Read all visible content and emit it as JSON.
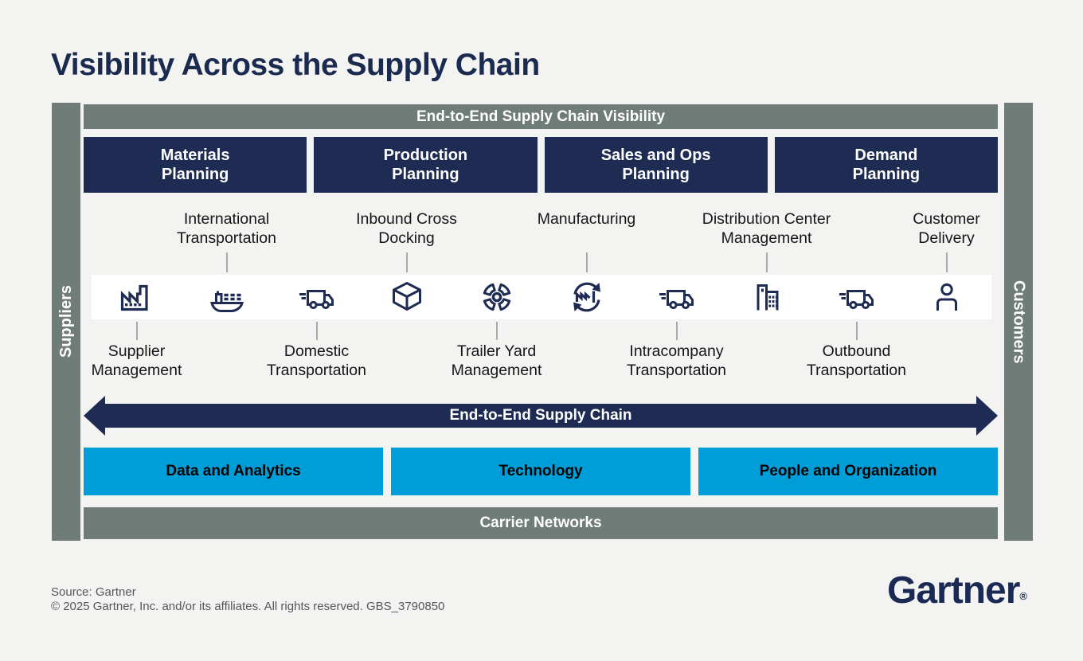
{
  "title": "Visibility Across the Supply Chain",
  "top_bar": {
    "label": "End-to-End Supply Chain Visibility"
  },
  "sidebars": {
    "left": "Suppliers",
    "right": "Customers"
  },
  "planning_boxes": [
    {
      "label": "Materials\nPlanning"
    },
    {
      "label": "Production\nPlanning"
    },
    {
      "label": "Sales and Ops\nPlanning"
    },
    {
      "label": "Demand\nPlanning"
    }
  ],
  "chain": {
    "arrow_label": "End-to-End Supply Chain",
    "stages": [
      {
        "icon": "factory-icon",
        "label": "Supplier\nManagement",
        "label_position": "below"
      },
      {
        "icon": "cargo-ship-icon",
        "label": "International\nTransportation",
        "label_position": "above"
      },
      {
        "icon": "truck-icon",
        "label": "Domestic\nTransportation",
        "label_position": "below"
      },
      {
        "icon": "package-icon",
        "label": "Inbound Cross\nDocking",
        "label_position": "above"
      },
      {
        "icon": "fan-icon",
        "label": "Trailer Yard\nManagement",
        "label_position": "below"
      },
      {
        "icon": "manufacturing-cycle-icon",
        "label": "Manufacturing",
        "label_position": "above"
      },
      {
        "icon": "truck-icon",
        "label": "Intracompany\nTransportation",
        "label_position": "below"
      },
      {
        "icon": "building-icon",
        "label": "Distribution Center\nManagement",
        "label_position": "above"
      },
      {
        "icon": "truck-icon",
        "label": "Outbound\nTransportation",
        "label_position": "below"
      },
      {
        "icon": "person-icon",
        "label": "Customer\nDelivery",
        "label_position": "above"
      }
    ]
  },
  "foundation_boxes": [
    {
      "label": "Data and Analytics"
    },
    {
      "label": "Technology"
    },
    {
      "label": "People and Organization"
    }
  ],
  "carrier_bar": {
    "label": "Carrier Networks"
  },
  "footer": {
    "source": "Source: Gartner",
    "copyright": "© 2025 Gartner, Inc. and/or its affiliates. All rights reserved. GBS_3790850"
  },
  "logo": {
    "text": "Gartner",
    "registered_mark": "®"
  },
  "colors": {
    "navy": "#1e2b52",
    "frame_gray": "#6f7c78",
    "accent_blue": "#009ed9",
    "background": "#f3f3f1",
    "icon_band": "#ffffff"
  }
}
